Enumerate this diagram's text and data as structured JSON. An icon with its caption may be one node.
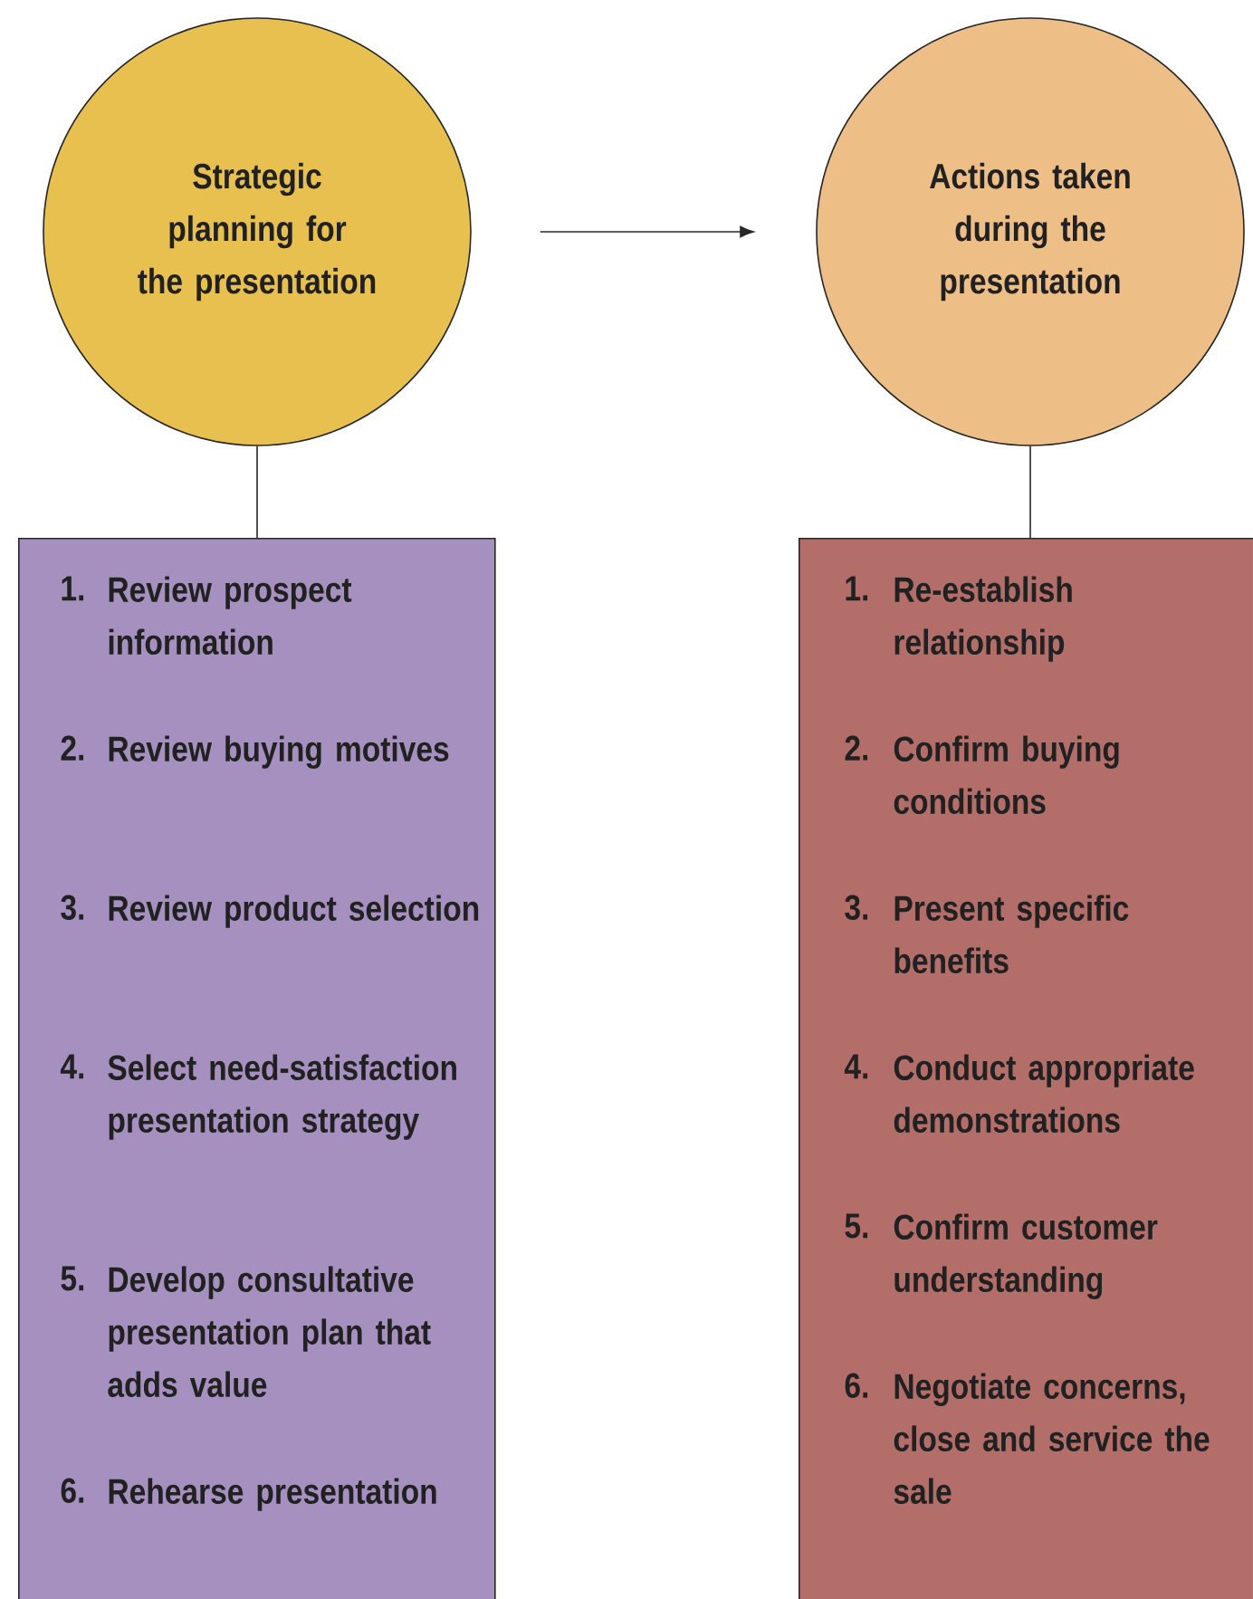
{
  "diagram": {
    "nodes": [
      {
        "text": [
          "Strategic planning for the presentation"
        ]
      },
      {
        "text": [
          "Actions taken during the presentation"
        ]
      },
      {
        "text": [
          "1.",
          "Review prospect information",
          "2.",
          "Review buying motives",
          "3.",
          "Review product selection",
          "4.",
          "Select need-satisfaction presentation strategy",
          "5.",
          "Develop consultative presentation plan that adds value",
          "6.",
          "Rehearse presentation"
        ]
      },
      {
        "text": [
          "1.",
          "Re-establish relationship",
          "2.",
          "Confirm buying conditions",
          "3.",
          "Present specific benefits",
          "4.",
          "Conduct appropriate demonstrations",
          "5.",
          "Confirm customer understanding",
          "6.",
          "Negotiate concerns, close and service the sale"
        ]
      }
    ],
    "edges": [
      {
        "from": 0,
        "to": 1,
        "arrow": "to"
      },
      {
        "from": 0,
        "to": 2,
        "arrow": "none"
      },
      {
        "from": 1,
        "to": 3,
        "arrow": "none"
      }
    ]
  }
}
